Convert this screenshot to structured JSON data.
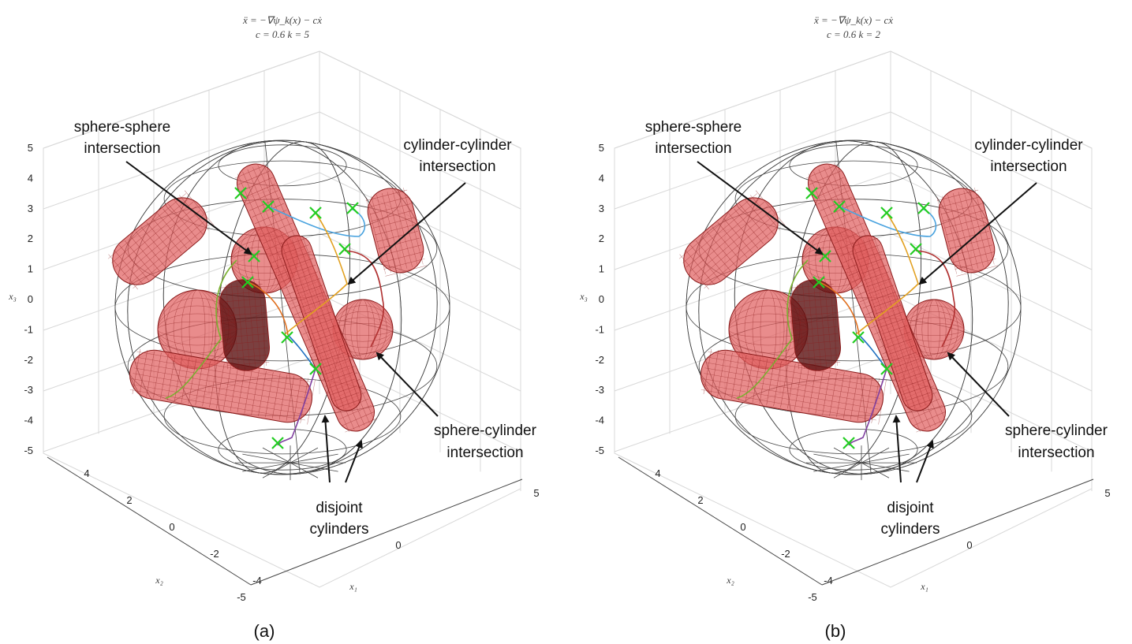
{
  "panels": [
    {
      "title_line1": "ẍ = −∇ψ_k(x) − cẋ",
      "title_line2": "c = 0.6    k = 5",
      "caption": "(a)",
      "annotations": {
        "sphere_sphere": [
          "sphere-sphere",
          "intersection"
        ],
        "cylinder_cylinder": [
          "cylinder-cylinder",
          "intersection"
        ],
        "sphere_cylinder": [
          "sphere-cylinder",
          "intersection"
        ],
        "disjoint": [
          "disjoint",
          "cylinders"
        ]
      }
    },
    {
      "title_line1": "ẍ = −∇ψ_k(x) − cẋ",
      "title_line2": "c = 0.6    k = 2",
      "caption": "(b)",
      "annotations": {
        "sphere_sphere": [
          "sphere-sphere",
          "intersection"
        ],
        "cylinder_cylinder": [
          "cylinder-cylinder",
          "intersection"
        ],
        "sphere_cylinder": [
          "sphere-cylinder",
          "intersection"
        ],
        "disjoint": [
          "disjoint",
          "cylinders"
        ]
      }
    }
  ],
  "axes": {
    "z_label": "x₃",
    "x2_label": "x₂",
    "x1_label": "x₁",
    "z_ticks": [
      "5",
      "4",
      "3",
      "2",
      "1",
      "0",
      "-1",
      "-2",
      "-3",
      "-4",
      "-5"
    ],
    "x2_ticks": [
      "4",
      "2",
      "0",
      "-2",
      "-4"
    ],
    "x1_ticks": [
      "-5",
      "0",
      "5"
    ]
  },
  "colors": {
    "obstacle_fill": "#e06060",
    "obstacle_dark": "#8a1a1a",
    "mesh": "#222222",
    "marker": "#22cc22"
  }
}
